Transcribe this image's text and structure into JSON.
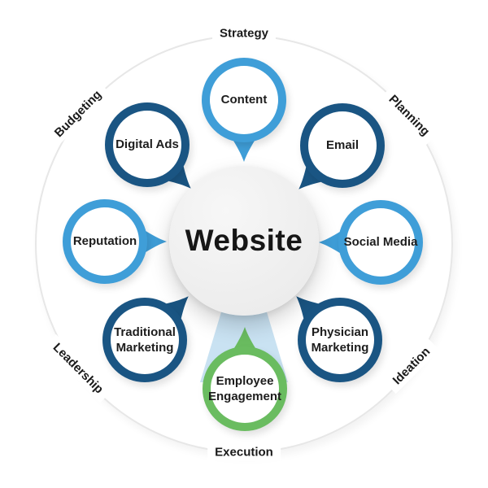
{
  "diagram": {
    "type": "hub-and-spoke",
    "hub": {
      "label": "Website",
      "fill": "#efefef"
    },
    "nodes": [
      {
        "label": "Content",
        "position": "top",
        "color": "#3f9ed8"
      },
      {
        "label": "Email",
        "position": "top-right",
        "color": "#1a5583"
      },
      {
        "label": "Social Media",
        "position": "right",
        "color": "#3f9ed8"
      },
      {
        "label": "Physician Marketing",
        "position": "bottom-right",
        "color": "#1a5583"
      },
      {
        "label": "Employee Engagement",
        "position": "bottom",
        "color": "#6abc60",
        "highlighted": true
      },
      {
        "label": "Traditional Marketing",
        "position": "bottom-left",
        "color": "#1a5583"
      },
      {
        "label": "Reputation",
        "position": "left",
        "color": "#3f9ed8"
      },
      {
        "label": "Digital Ads",
        "position": "top-left",
        "color": "#1a5583"
      }
    ],
    "phases": [
      {
        "label": "Strategy",
        "position": "top"
      },
      {
        "label": "Planning",
        "position": "top-right"
      },
      {
        "label": "Ideation",
        "position": "bottom-right"
      },
      {
        "label": "Execution",
        "position": "bottom"
      },
      {
        "label": "Leadership",
        "position": "bottom-left"
      },
      {
        "label": "Budgeting",
        "position": "top-left"
      }
    ],
    "highlight_beam": {
      "from": "Website",
      "to": "Employee Engagement",
      "color": "#c9e2f2"
    },
    "colors": {
      "navy": "#1a5583",
      "light_blue": "#3f9ed8",
      "green": "#6abc60",
      "hub_fill": "#efefef",
      "text": "#1d1d1d",
      "guide_circle": "#e7e7e7"
    }
  }
}
